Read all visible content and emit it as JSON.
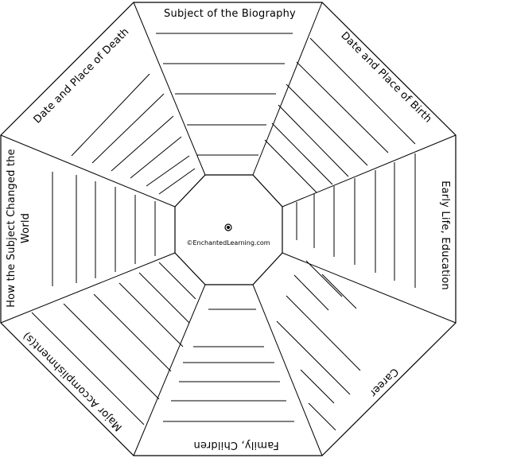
{
  "segments": {
    "top": "Subject of the Biography",
    "top_right": "Date and Place of Birth",
    "right": "Early Life, Education",
    "bottom_right": "Career",
    "bottom": "Family, Children",
    "bottom_left": "Major Accomplishment(s)",
    "left_line1": "How the Subject Changed the",
    "left_line2": "World",
    "top_left": "Date and Place of Death"
  },
  "center": {
    "credit": "©EnchantedLearning.com"
  }
}
